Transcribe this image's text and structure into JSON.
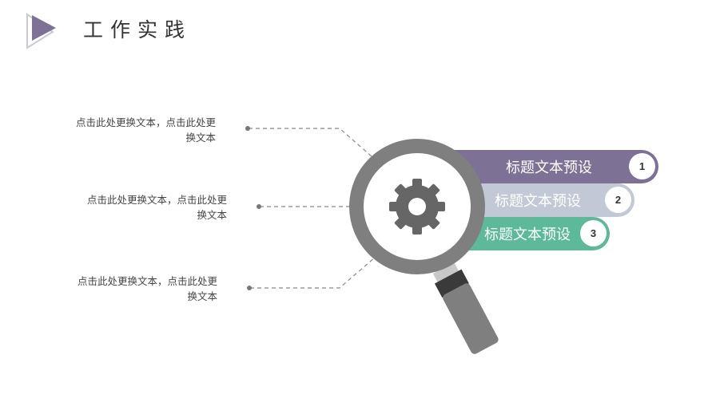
{
  "header": {
    "title": "工作实践",
    "icon": "play-triangle-icon",
    "accent": "#7d7195"
  },
  "notes": [
    {
      "line1": "点击此处更换文本，点击此处更",
      "line2": "换文本"
    },
    {
      "line1": "点击此处更换文本，点击此处更",
      "line2": "换文本"
    },
    {
      "line1": "点击此处更换文本，点击此处更",
      "line2": "换文本"
    }
  ],
  "bars": [
    {
      "label": "标题文本预设",
      "number": "1",
      "color": "#7d7195"
    },
    {
      "label": "标题文本预设",
      "number": "2",
      "color": "#c2c8d5"
    },
    {
      "label": "标题文本预设",
      "number": "3",
      "color": "#5cb99a"
    }
  ],
  "graphic": {
    "icon": "magnifier-gear-icon",
    "ring_color": "#7f7f7f",
    "gear_color": "#666666"
  }
}
